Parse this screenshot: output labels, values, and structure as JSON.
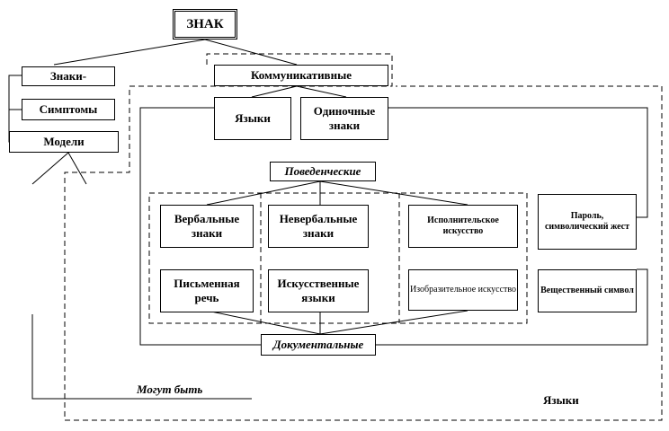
{
  "diagram": {
    "root": "ЗНАК",
    "left_branch": {
      "signs": "Знаки-",
      "symptoms": "Симптомы",
      "models": "Модели"
    },
    "communicative": "Коммуникативные",
    "languages_box": "Языки",
    "single_signs": "Одиночные знаки",
    "behavioral": "Поведенческие",
    "verbal_signs": "Вербальные знаки",
    "nonverbal_signs": "Невербальные знаки",
    "performing_art": "Исполнительское искусство",
    "written_speech": "Письменная речь",
    "artificial_languages": "Искусственные языки",
    "visual_art": "Изобразительное искусство",
    "password": "Пароль, символический жест",
    "material_symbol": "Вещественный символ",
    "documentary": "Документальные",
    "can_be": "Могут быть",
    "languages_label": "Языки"
  }
}
